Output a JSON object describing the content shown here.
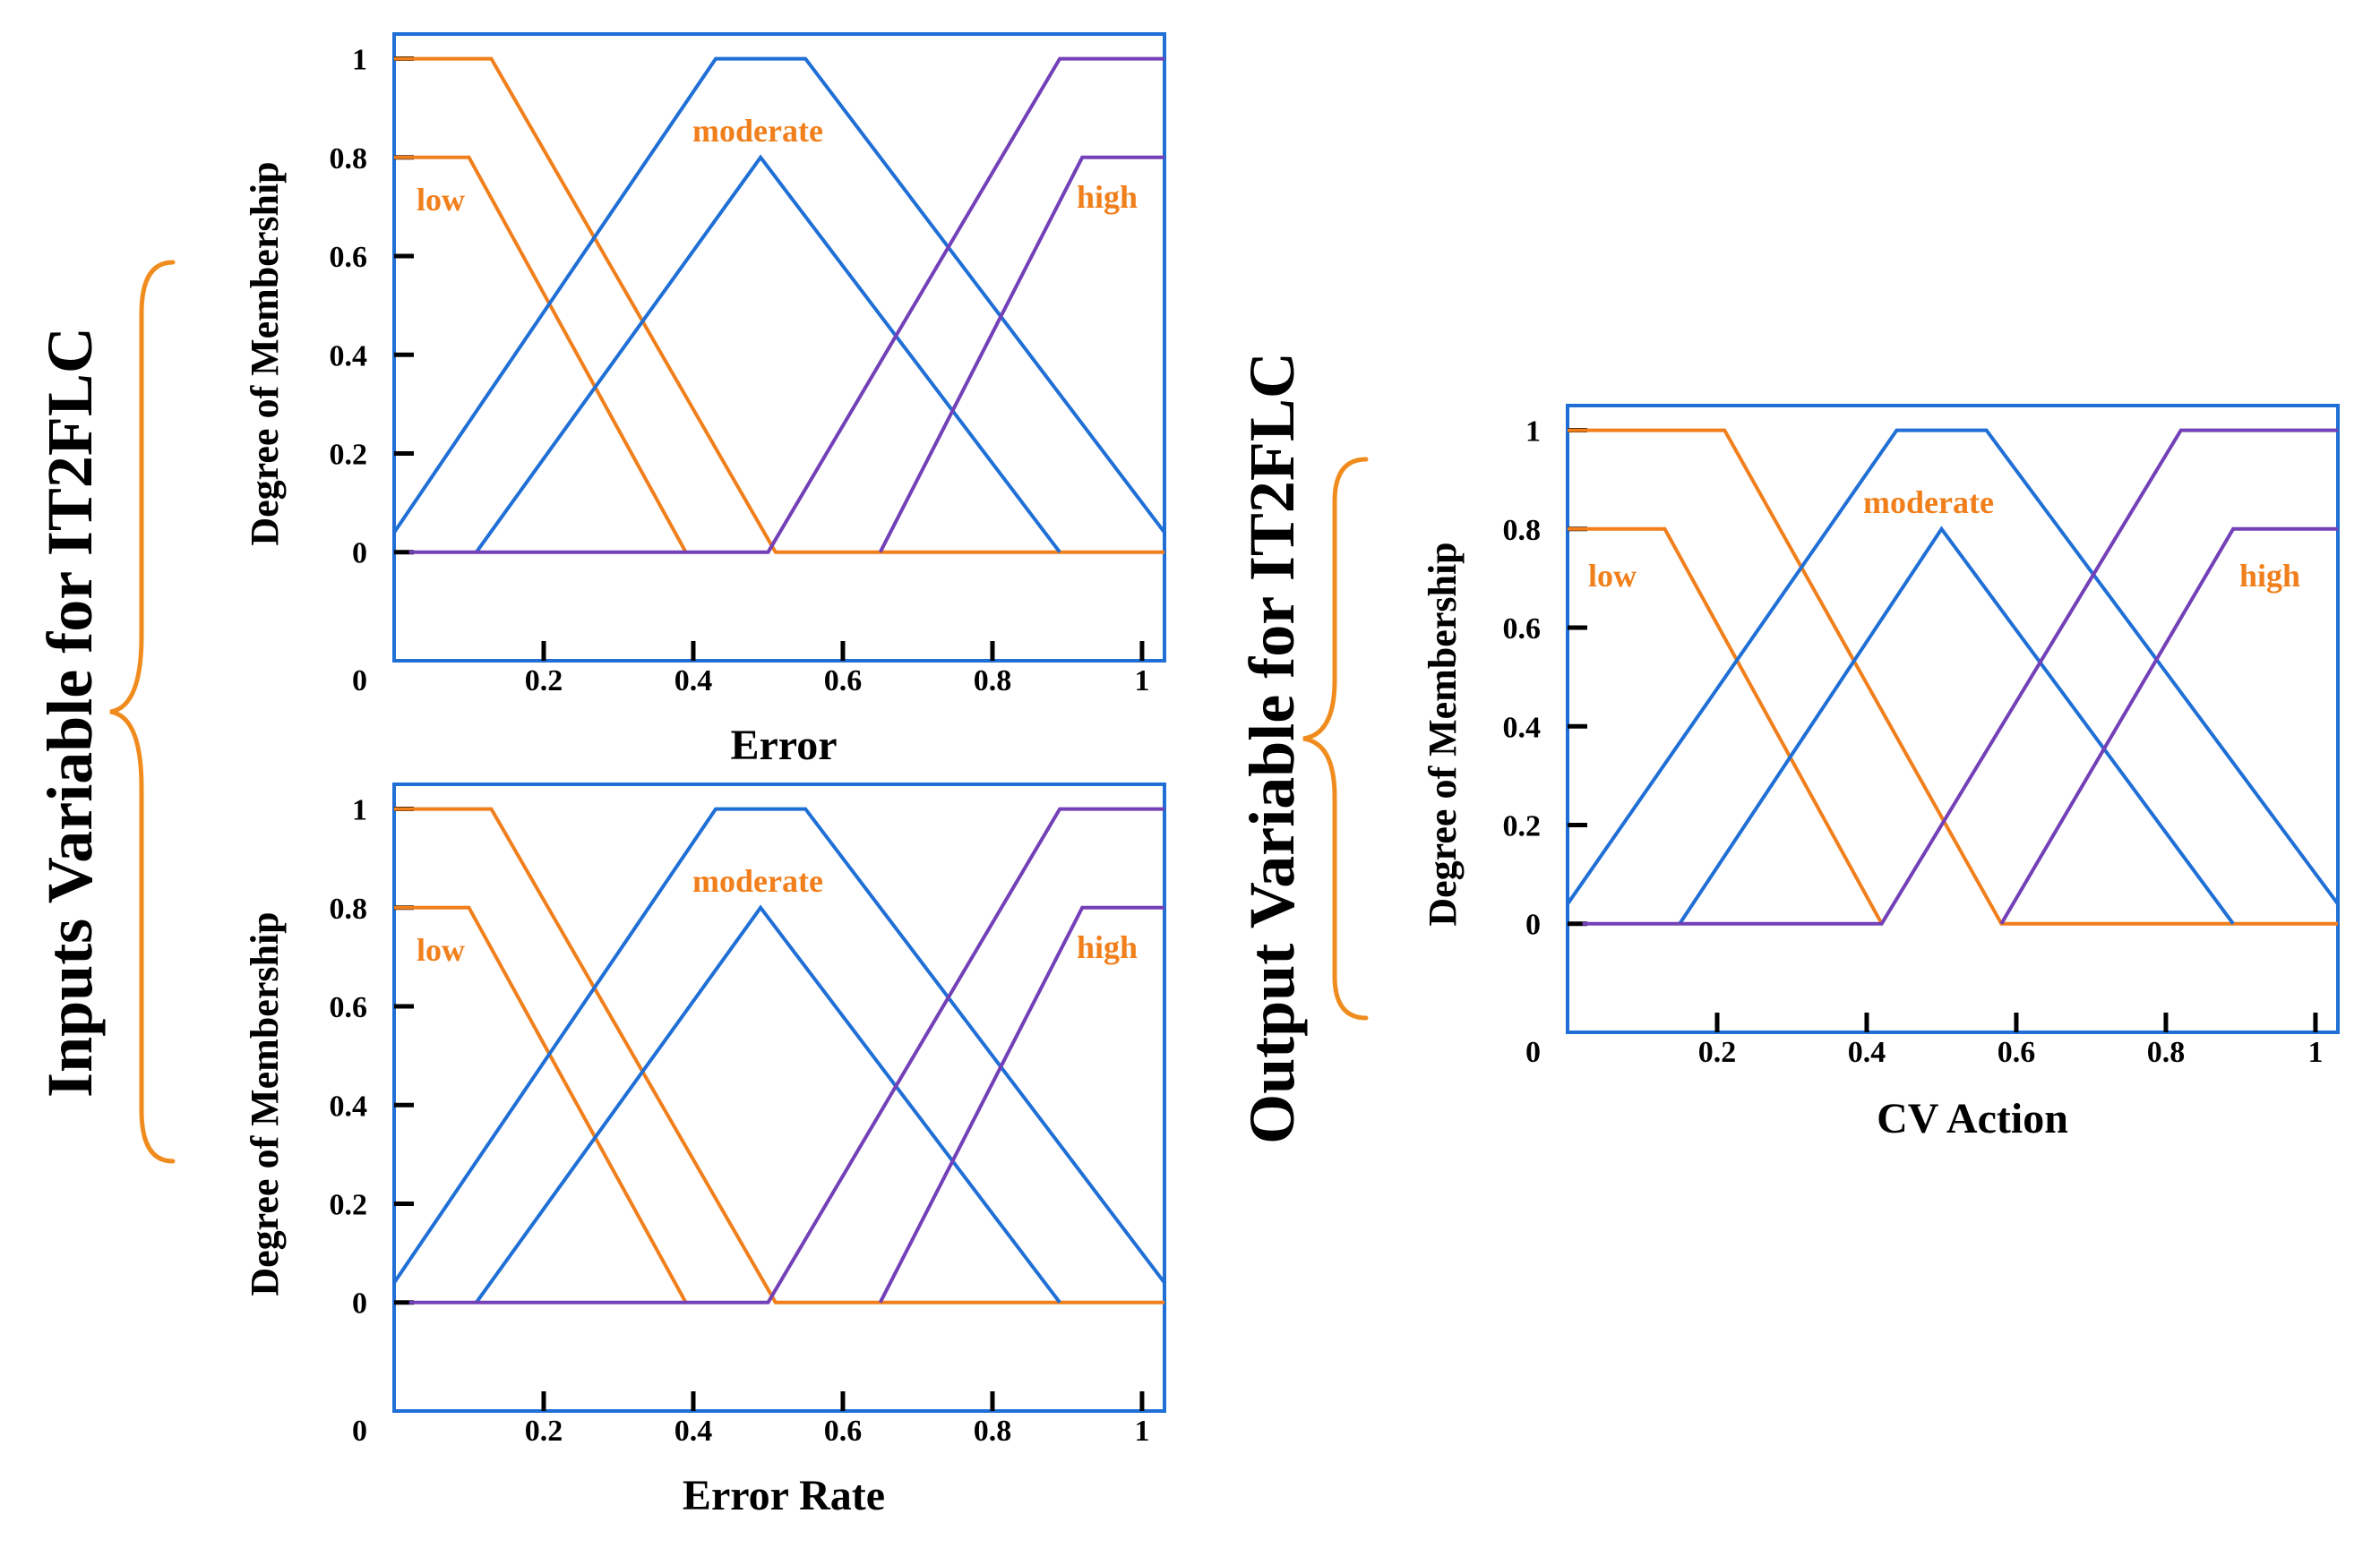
{
  "groups": {
    "inputs_label": "Inputs Variable for IT2FLC",
    "output_label": "Output Variable for IT2FLC"
  },
  "colors": {
    "frame": "#1f6fd6",
    "low": "#f07f1c",
    "moderate": "#1f6fd6",
    "high": "#7340b8",
    "label": "#f07f1c",
    "brace": "#f08c1e"
  },
  "chart_data": [
    {
      "id": "error",
      "type": "line",
      "xlabel": "Error",
      "ylabel": "Degree of Membership",
      "xlim": [
        0,
        1.03
      ],
      "ylim": [
        -0.22,
        1.05
      ],
      "x_ticks": [
        "0",
        "0.2",
        "0.4",
        "0.6",
        "0.8",
        "1"
      ],
      "y_ticks": [
        "0",
        "0.2",
        "0.4",
        "0.6",
        "0.8",
        "1"
      ],
      "labels": {
        "low": "low",
        "moderate": "moderate",
        "high": "high"
      },
      "series": [
        {
          "set": "low",
          "bound": "upper",
          "x": [
            0,
            0.13,
            0.51,
            1.03
          ],
          "y": [
            1,
            1,
            0,
            0
          ]
        },
        {
          "set": "low",
          "bound": "lower",
          "x": [
            0,
            0.1,
            0.39
          ],
          "y": [
            0.8,
            0.8,
            0
          ]
        },
        {
          "set": "moderate",
          "bound": "upper",
          "x": [
            0,
            0.43,
            0.55,
            1.03
          ],
          "y": [
            0.04,
            1,
            1,
            0.04
          ]
        },
        {
          "set": "moderate",
          "bound": "lower",
          "x": [
            0.11,
            0.49,
            0.89
          ],
          "y": [
            0,
            0.8,
            0
          ]
        },
        {
          "set": "high",
          "bound": "upper",
          "x": [
            0.02,
            0.5,
            0.89,
            1.03
          ],
          "y": [
            0,
            0,
            1,
            1
          ]
        },
        {
          "set": "high",
          "bound": "lower",
          "x": [
            0.65,
            0.92,
            1.03
          ],
          "y": [
            0,
            0.8,
            0.8
          ]
        }
      ]
    },
    {
      "id": "error-rate",
      "type": "line",
      "xlabel": "Error Rate",
      "ylabel": "Degree of Membership",
      "xlim": [
        0,
        1.03
      ],
      "ylim": [
        -0.22,
        1.05
      ],
      "x_ticks": [
        "0",
        "0.2",
        "0.4",
        "0.6",
        "0.8",
        "1"
      ],
      "y_ticks": [
        "0",
        "0.2",
        "0.4",
        "0.6",
        "0.8",
        "1"
      ],
      "labels": {
        "low": "low",
        "moderate": "moderate",
        "high": "high"
      },
      "series": [
        {
          "set": "low",
          "bound": "upper",
          "x": [
            0,
            0.13,
            0.51,
            1.03
          ],
          "y": [
            1,
            1,
            0,
            0
          ]
        },
        {
          "set": "low",
          "bound": "lower",
          "x": [
            0,
            0.1,
            0.39
          ],
          "y": [
            0.8,
            0.8,
            0
          ]
        },
        {
          "set": "moderate",
          "bound": "upper",
          "x": [
            0,
            0.43,
            0.55,
            1.03
          ],
          "y": [
            0.04,
            1,
            1,
            0.04
          ]
        },
        {
          "set": "moderate",
          "bound": "lower",
          "x": [
            0.11,
            0.49,
            0.89
          ],
          "y": [
            0,
            0.8,
            0
          ]
        },
        {
          "set": "high",
          "bound": "upper",
          "x": [
            0.02,
            0.5,
            0.89,
            1.03
          ],
          "y": [
            0,
            0,
            1,
            1
          ]
        },
        {
          "set": "high",
          "bound": "lower",
          "x": [
            0.65,
            0.92,
            1.03
          ],
          "y": [
            0,
            0.8,
            0.8
          ]
        }
      ]
    },
    {
      "id": "cv-action",
      "type": "line",
      "xlabel": "CV Action",
      "ylabel": "Degree of Membership",
      "xlim": [
        0,
        1.03
      ],
      "ylim": [
        -0.22,
        1.05
      ],
      "x_ticks": [
        "0",
        "0.2",
        "0.4",
        "0.6",
        "0.8",
        "1"
      ],
      "y_ticks": [
        "0",
        "0.2",
        "0.4",
        "0.6",
        "0.8",
        "1"
      ],
      "labels": {
        "low": "low",
        "moderate": "moderate",
        "high": "high"
      },
      "series": [
        {
          "set": "low",
          "bound": "upper",
          "x": [
            0,
            0.21,
            0.58,
            1.03
          ],
          "y": [
            1,
            1,
            0,
            0
          ]
        },
        {
          "set": "low",
          "bound": "lower",
          "x": [
            0,
            0.13,
            0.42
          ],
          "y": [
            0.8,
            0.8,
            0
          ]
        },
        {
          "set": "moderate",
          "bound": "upper",
          "x": [
            0,
            0.44,
            0.56,
            1.03
          ],
          "y": [
            0.04,
            1,
            1,
            0.04
          ]
        },
        {
          "set": "moderate",
          "bound": "lower",
          "x": [
            0.15,
            0.5,
            0.89
          ],
          "y": [
            0,
            0.8,
            0
          ]
        },
        {
          "set": "high",
          "bound": "upper",
          "x": [
            0.02,
            0.42,
            0.82,
            1.03
          ],
          "y": [
            0,
            0,
            1,
            1
          ]
        },
        {
          "set": "high",
          "bound": "lower",
          "x": [
            0.58,
            0.89,
            1.03
          ],
          "y": [
            0,
            0.8,
            0.8
          ]
        }
      ]
    }
  ]
}
